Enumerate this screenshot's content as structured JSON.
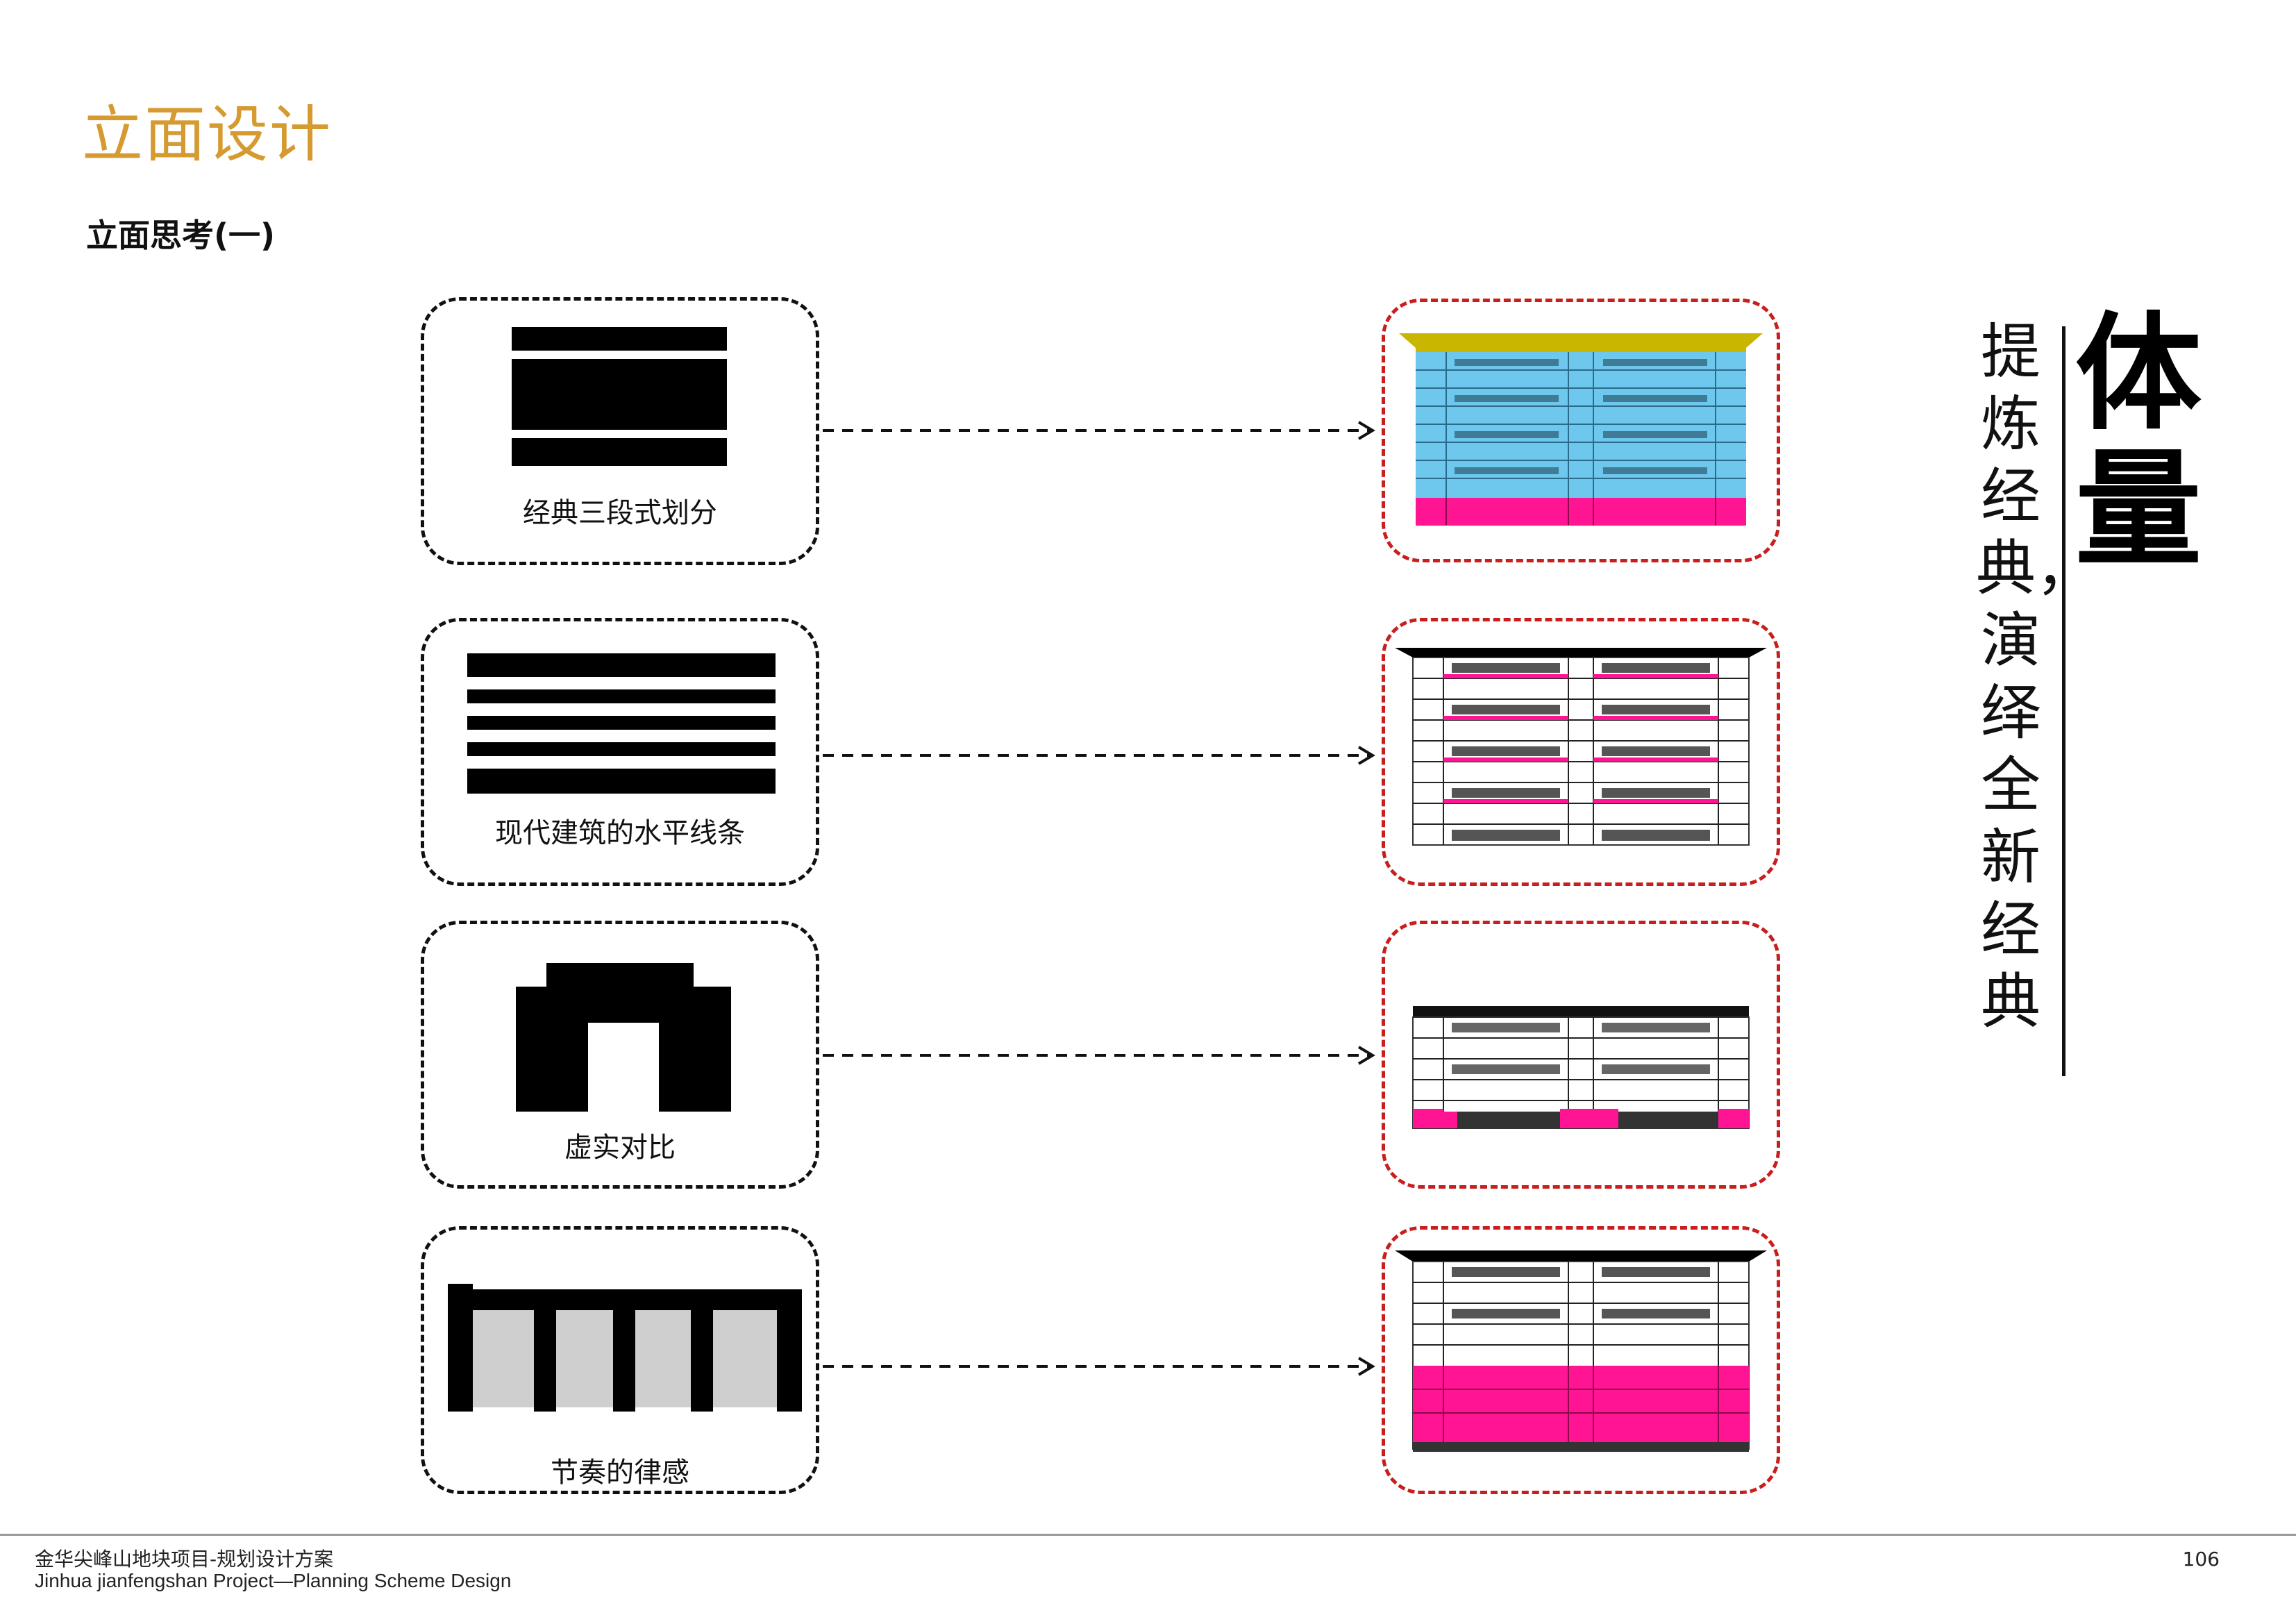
{
  "header": {
    "title": "立面设计",
    "subtitle": "立面思考(一)"
  },
  "concepts": [
    {
      "label": "经典三段式划分",
      "highlight": [
        "#c9b600",
        "#6ec8ee",
        "#ff1493"
      ]
    },
    {
      "label": "现代建筑的水平线条",
      "highlight": [
        "#ff1493"
      ]
    },
    {
      "label": "虚实对比",
      "highlight": [
        "#ff1493"
      ]
    },
    {
      "label": "节奏的律感",
      "highlight": [
        "#ff1493"
      ]
    }
  ],
  "sidebar": {
    "tagline": "提炼经典，演绎全新经典",
    "hero": "体量"
  },
  "footer": {
    "project_cn": "金华尖峰山地块项目-规划设计方案",
    "project_en": "Jinhua jianfengshan Project—Planning Scheme Design",
    "page": "106"
  },
  "colors": {
    "accent_title": "#d59a30",
    "frame_red": "#c81e1e",
    "magenta": "#ff1493",
    "sky_blue": "#6ec8ee",
    "olive_yellow": "#c9b600"
  }
}
